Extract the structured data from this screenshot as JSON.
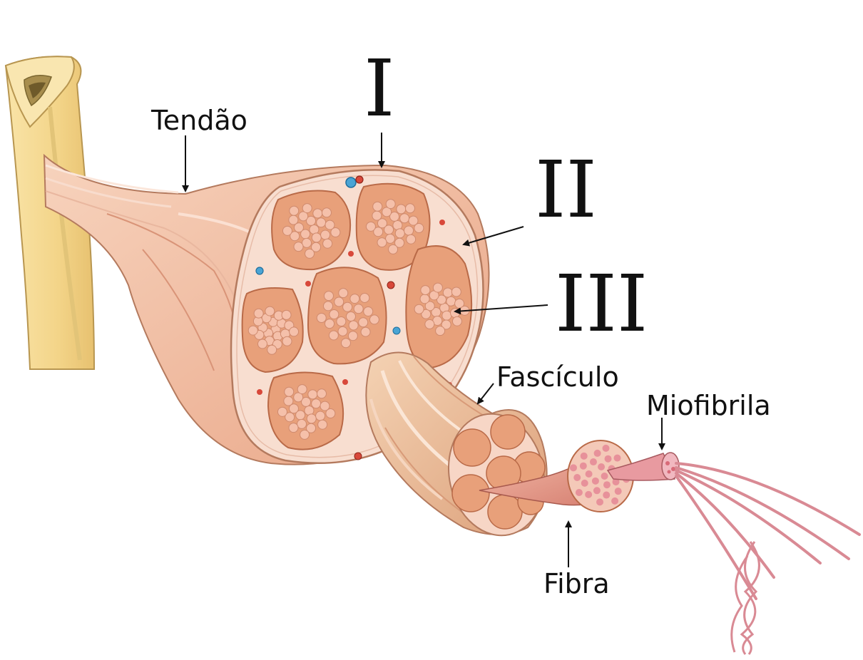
{
  "labels": {
    "tendao": "Tendão",
    "fasciculo": "Fascículo",
    "miofibrila": "Miofibrila",
    "fibra": "Fibra"
  },
  "markers": {
    "one": "I",
    "two": "II",
    "three": "III"
  },
  "colors": {
    "bone": "#f6dc98",
    "muscle": "#eeb596",
    "fascicle": "#e8a07a",
    "fiber_dot": "#f5c0aa",
    "connective": "#f8ded0",
    "vessel_red": "#d8483a",
    "vessel_blue": "#4aa4d4",
    "myofibril": "#e89aa0",
    "arrow": "#111111"
  }
}
